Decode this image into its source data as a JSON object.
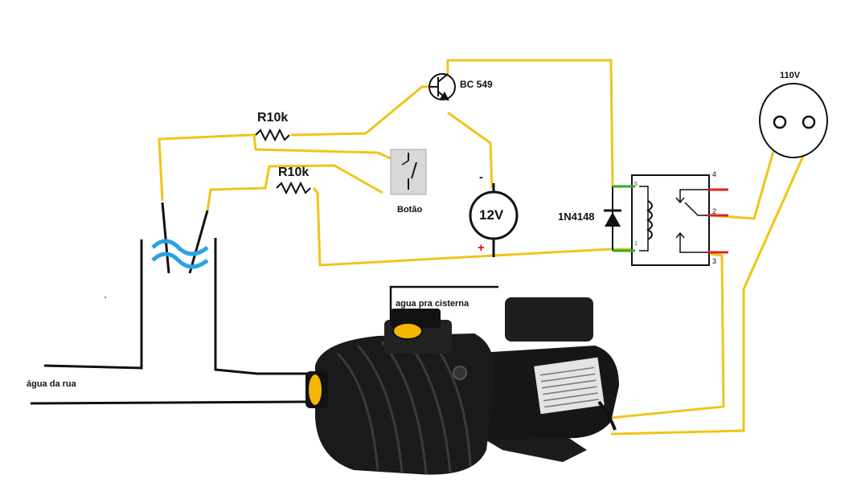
{
  "labels": {
    "resistor_1": "R10k",
    "resistor_2": "R10k",
    "transistor": "BC 549",
    "button": "Botão",
    "diode": "1N4148",
    "battery": "12V",
    "battery_negative": "-",
    "battery_positive": "+",
    "outlet": "110V",
    "street_water": "água da rua",
    "cistern_water": "agua pra cisterna"
  },
  "relay_pins": {
    "pin_top_right": "4",
    "pin_middle_right": "2",
    "pin_bottom_right": "3",
    "pin_top_left": "5",
    "pin_bottom_left": "1"
  },
  "colors": {
    "wire": "#f0c419",
    "line": "#111111",
    "water": "#2aa3e0",
    "relay_pin_green": "#33aa33",
    "relay_pin_red": "#dd2222",
    "positive": "#e00000"
  }
}
